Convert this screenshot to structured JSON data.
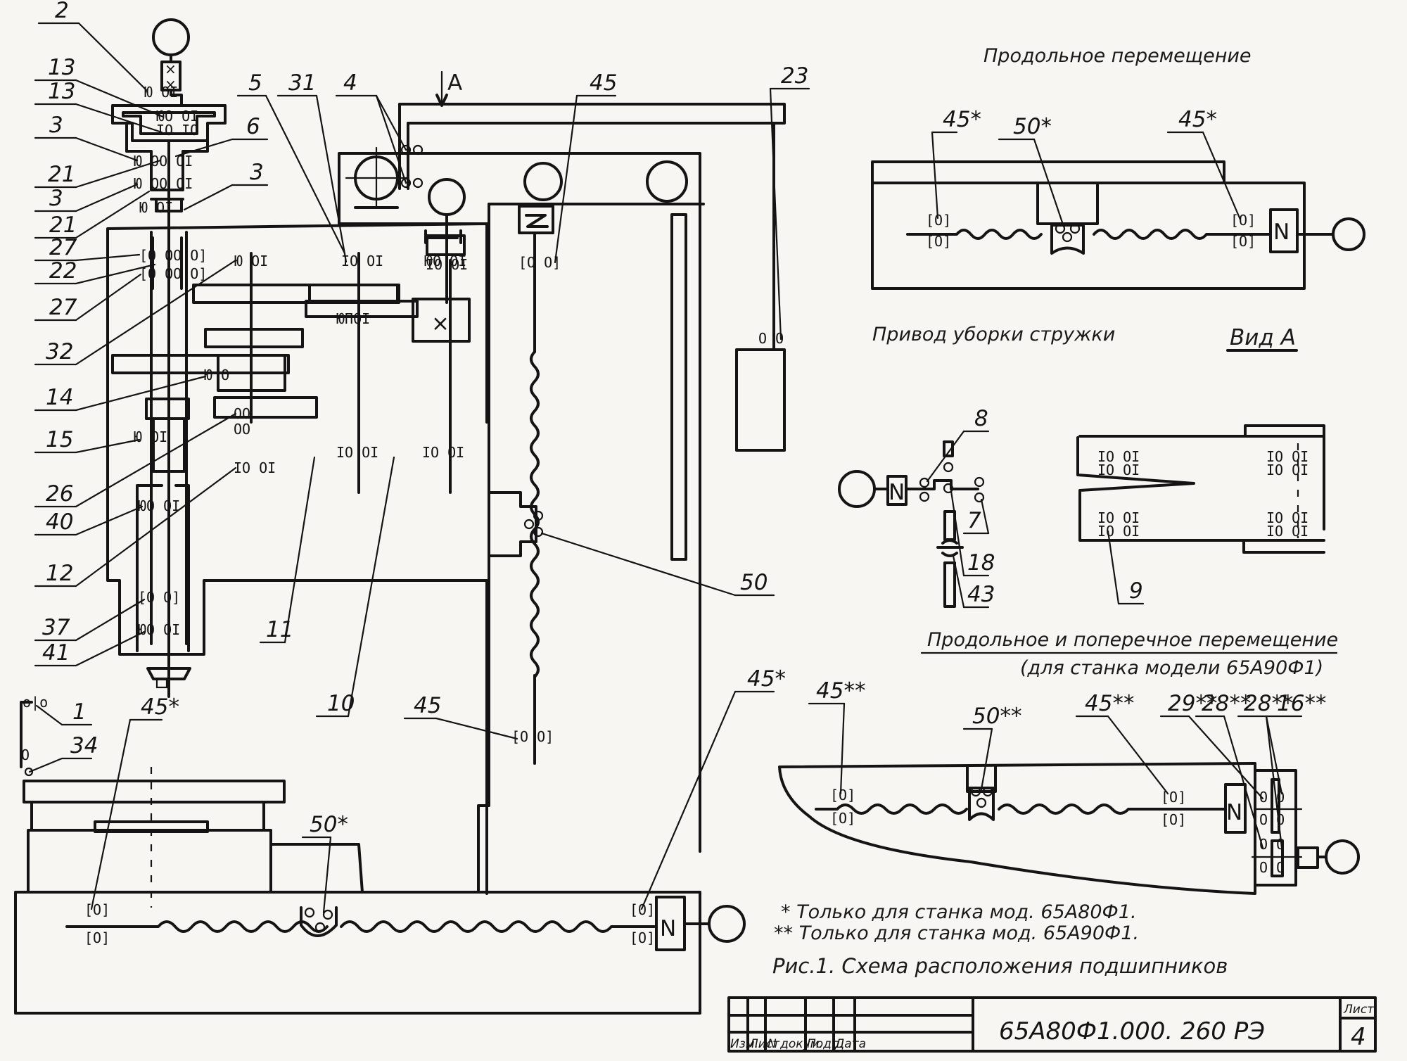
{
  "drawing": {
    "captions": {
      "longitudinal_travel": "Продольное перемещение",
      "chip_removal_drive": "Привод уборки стружки",
      "view_a": "Вид A",
      "long_and_cross_travel": "Продольное и поперечное перемещение",
      "long_and_cross_note": "(для станка модели 65А90Ф1)",
      "note_single": "* Только для станка мод. 65А80Ф1.",
      "note_double": "** Только для станка мод. 65А90Ф1.",
      "figure_title": "Рис.1. Схема расположения подшипников",
      "section_arrow_letter": "A"
    },
    "symbols": {
      "motor": "motor-circle-icon",
      "clutch": "N",
      "gear": "×"
    },
    "position_labels": {
      "spindle_head": [
        "2",
        "13",
        "13",
        "3",
        "21",
        "3",
        "21",
        "27",
        "22",
        "27",
        "32",
        "14",
        "15",
        "26",
        "40",
        "12",
        "37",
        "41"
      ],
      "spindle_head_right": [
        "6",
        "3"
      ],
      "column_top": [
        "5",
        "31",
        "4",
        "4",
        "45",
        "23"
      ],
      "column_mid": [
        "11",
        "10",
        "50",
        "45",
        "45*"
      ],
      "table_area": [
        "1",
        "34",
        "45*",
        "50*"
      ],
      "longitudinal_view": [
        "45*",
        "50*",
        "45*"
      ],
      "chip_drive": [
        "8",
        "7",
        "18",
        "43",
        "9"
      ],
      "long_cross_view": [
        "45**",
        "50**",
        "45**",
        "29**",
        "28**",
        "28**",
        "16**"
      ]
    }
  },
  "title_block": {
    "headers": [
      "Изм.",
      "Лист",
      "N докум.",
      "Подп.",
      "Дата"
    ],
    "document_number": "65А80Ф1.000. 260 РЭ",
    "sheet_label": "Лист",
    "sheet_number": "4"
  }
}
